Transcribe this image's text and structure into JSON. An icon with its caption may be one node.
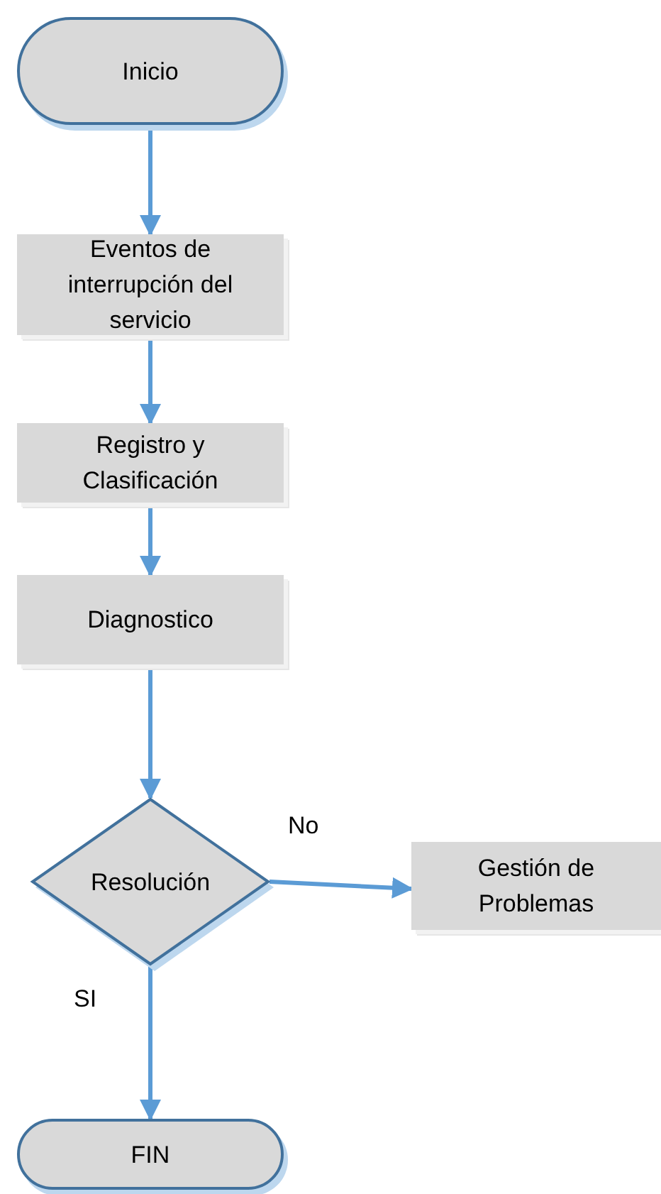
{
  "diagram": {
    "nodes": [
      {
        "text": [
          "Inicio"
        ]
      },
      {
        "text": [
          "Eventos de interrupción del servicio"
        ]
      },
      {
        "text": [
          "Registro y Clasificación"
        ]
      },
      {
        "text": [
          "Diagnostico"
        ]
      },
      {
        "text": [
          "Resolución"
        ]
      },
      {
        "text": [
          "Gestión de Problemas"
        ]
      },
      {
        "text": [
          "FIN"
        ]
      }
    ],
    "edges": [
      {
        "from": 0,
        "to": 1,
        "arrow": "to"
      },
      {
        "from": 1,
        "to": 2,
        "arrow": "to"
      },
      {
        "from": 2,
        "to": 3,
        "arrow": "to"
      },
      {
        "from": 3,
        "to": 4,
        "arrow": "to"
      },
      {
        "from": 4,
        "to": 5,
        "arrow": "to",
        "label": "No"
      },
      {
        "from": 4,
        "to": 6,
        "arrow": "to",
        "label": "SI"
      }
    ]
  }
}
